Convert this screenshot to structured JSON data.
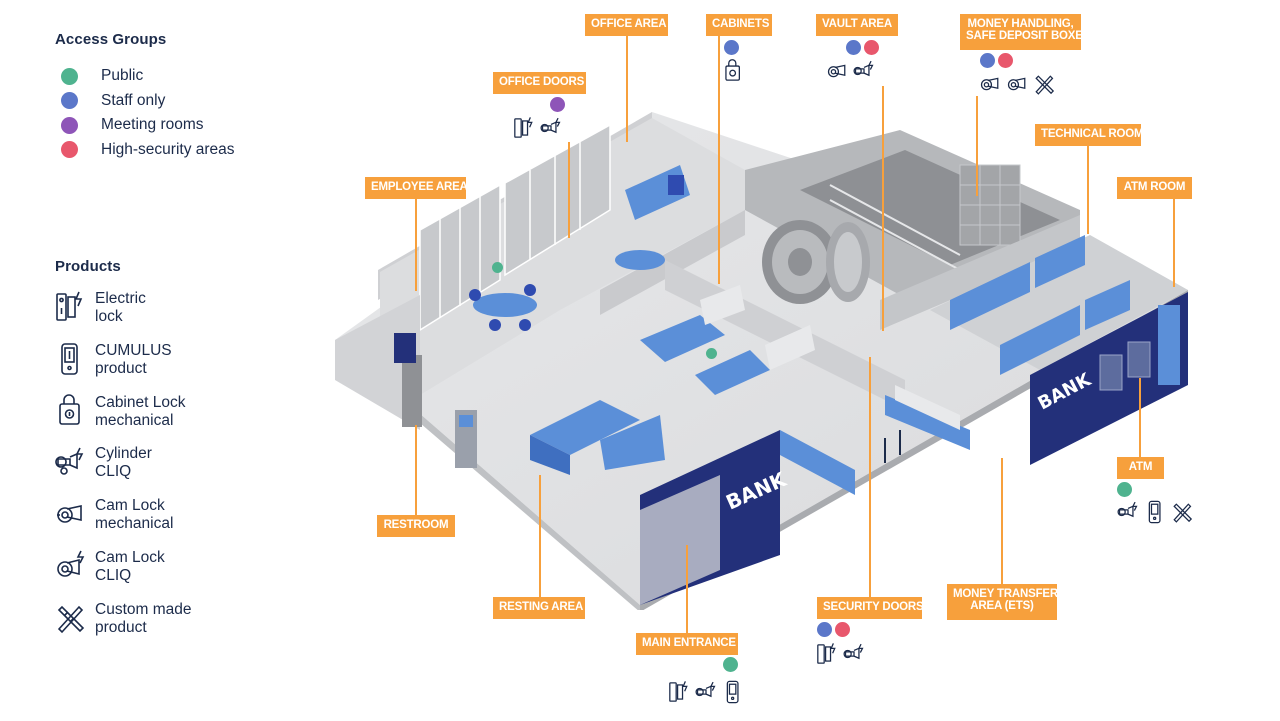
{
  "colors": {
    "public": "#4fb38f",
    "staff": "#5b77c9",
    "meeting": "#8e55b8",
    "high": "#e8576c",
    "callout": "#f7a03c",
    "navy": "#1c2b4a",
    "bank_blue": "#23307a",
    "furniture_blue": "#5b8fd8"
  },
  "access_groups": {
    "title": "Access Groups",
    "items": [
      {
        "key": "public",
        "label": "Public",
        "color": "#4fb38f"
      },
      {
        "key": "staff",
        "label": "Staff only",
        "color": "#5b77c9"
      },
      {
        "key": "meeting",
        "label": "Meeting rooms",
        "color": "#8e55b8"
      },
      {
        "key": "high",
        "label": "High-security areas",
        "color": "#e8576c"
      }
    ]
  },
  "products": {
    "title": "Products",
    "items": [
      {
        "icon": "electric-lock-icon",
        "line1": "Electric",
        "line2": "lock"
      },
      {
        "icon": "cumulus-product-icon",
        "line1": "CUMULUS",
        "line2": "product"
      },
      {
        "icon": "cabinet-lock-icon",
        "line1": "Cabinet Lock",
        "line2": "mechanical"
      },
      {
        "icon": "cylinder-cliq-icon",
        "line1": "Cylinder",
        "line2": "CLIQ"
      },
      {
        "icon": "cam-lock-mechanical-icon",
        "line1": "Cam Lock",
        "line2": "mechanical"
      },
      {
        "icon": "cam-lock-cliq-icon",
        "line1": "Cam Lock",
        "line2": "CLIQ"
      },
      {
        "icon": "custom-made-product-icon",
        "line1": "Custom made",
        "line2": "product"
      }
    ]
  },
  "signs": {
    "bank_facade": "BANK",
    "bank_atm_wall": "BANK"
  },
  "callouts": {
    "office_area": {
      "label": "OFFICE AREA"
    },
    "cabinets": {
      "label": "CABINETS",
      "access": [
        "staff"
      ],
      "products": [
        "cabinet-lock-icon"
      ]
    },
    "vault_area": {
      "label": "VAULT AREA",
      "access": [
        "staff",
        "high"
      ],
      "products": [
        "cam-lock-mechanical-icon",
        "cylinder-cliq-icon"
      ]
    },
    "money_handling": {
      "line1": "MONEY HANDLING,",
      "line2": "SAFE DEPOSIT BOXES",
      "access": [
        "staff",
        "high"
      ],
      "products": [
        "cam-lock-mechanical-icon",
        "cam-lock-mechanical-icon",
        "custom-made-product-icon"
      ]
    },
    "office_doors": {
      "label": "OFFICE DOORS",
      "access": [
        "meeting"
      ],
      "products": [
        "electric-lock-icon",
        "cylinder-cliq-icon"
      ]
    },
    "technical_room": {
      "label": "TECHNICAL ROOM"
    },
    "employee_area": {
      "label": "EMPLOYEE AREA"
    },
    "atm_room": {
      "label": "ATM ROOM"
    },
    "atm": {
      "label": "ATM",
      "access": [
        "public"
      ],
      "products": [
        "cylinder-cliq-icon",
        "cumulus-product-icon",
        "custom-made-product-icon"
      ]
    },
    "restroom": {
      "label": "RESTROOM"
    },
    "resting_area": {
      "label": "RESTING AREA"
    },
    "security_doors": {
      "label": "SECURITY DOORS",
      "access": [
        "staff",
        "high"
      ],
      "products": [
        "electric-lock-icon",
        "cylinder-cliq-icon"
      ]
    },
    "money_transfer": {
      "line1": "MONEY TRANSFER",
      "line2": "AREA (ETS)"
    },
    "main_entrance": {
      "label": "MAIN ENTRANCE",
      "access": [
        "public"
      ],
      "products": [
        "electric-lock-icon",
        "cylinder-cliq-icon",
        "cumulus-product-icon"
      ]
    }
  }
}
